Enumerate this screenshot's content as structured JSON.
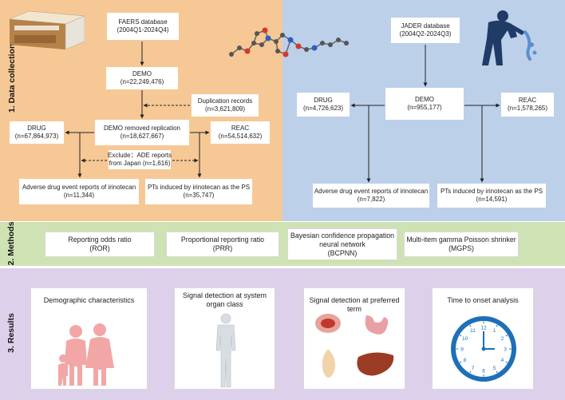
{
  "sections": {
    "data_collection": "1. Data collection",
    "methods": "2. Methods",
    "results": "3. Results"
  },
  "colors": {
    "faers_panel": "#f6c896",
    "jader_panel": "#bcd0ea",
    "methods_band": "#cfe2b4",
    "results_band": "#ddd0ea"
  },
  "faers": {
    "database": [
      "FAERS database",
      "(2004Q1-2024Q4)"
    ],
    "demo": [
      "DEMO",
      "(n=22,249,476)"
    ],
    "duplication": [
      "Duplication records",
      "(n=3,621,809)"
    ],
    "demo_removed": [
      "DEMO removed replication",
      "(n=18,627,667)"
    ],
    "drug": [
      "DRUG",
      "(n=67,864,973)"
    ],
    "reac": [
      "REAC",
      "(n=54,514,632)"
    ],
    "exclude": [
      "Exclude：ADE reports",
      "from Japan (n=1,616)"
    ],
    "ade_reports": [
      "Adverse drug event reports of irinotecan",
      "(n=11,344)"
    ],
    "pts": [
      "PTs induced by irinotecan as the PS",
      "(n=35,747)"
    ]
  },
  "jader": {
    "database": [
      "JADER database",
      "(2004Q2-2024Q3)"
    ],
    "demo": [
      "DEMO",
      "(n=955,177)"
    ],
    "drug": [
      "DRUG",
      "(n=4,726,623)"
    ],
    "reac": [
      "REAC",
      "(n=1,578,265)"
    ],
    "ade_reports": [
      "Adverse drug event reports of irinotecan",
      "(n=7,822)"
    ],
    "pts": [
      "PTs induced by irinotecan as the PS",
      "(n=14,591)"
    ]
  },
  "methods": [
    [
      "Reporting odds ratio",
      "(ROR)"
    ],
    [
      "Proportional reporting ratio",
      "(PRR)"
    ],
    [
      "Bayesian confidence propagation",
      "neural network",
      "(BCPNN)"
    ],
    [
      "Multi-item gamma Poisson shrinker",
      "(MGPS)"
    ]
  ],
  "results": [
    {
      "title": [
        "Demographic characteristics"
      ],
      "icon": "family-icon"
    },
    {
      "title": [
        "Signal detection at system",
        "organ class"
      ],
      "icon": "human-body-icon"
    },
    {
      "title": [
        "Signal detection at preferred term"
      ],
      "icon": "organs-icon"
    },
    {
      "title": [
        "Time to onset analysis"
      ],
      "icon": "clock-icon"
    }
  ],
  "clock_numbers": [
    "12",
    "1",
    "2",
    "3",
    "4",
    "5",
    "6",
    "7",
    "8",
    "9",
    "10",
    "11"
  ]
}
